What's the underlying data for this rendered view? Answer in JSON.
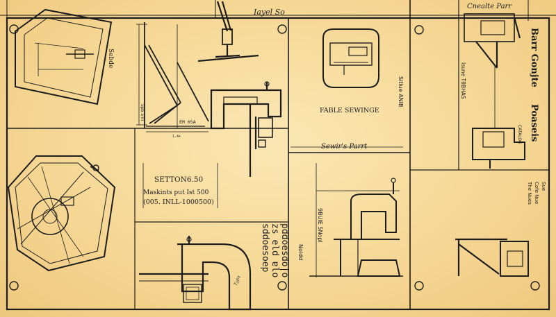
{
  "sheet": {
    "header_label": "Iayel So",
    "corner_title": "Cnealte Parr",
    "right_heading_1": "Barr Gonjte",
    "right_heading_2": "Poaseis",
    "right_small_labels": [
      "CATALOG",
      "The Nues",
      "Cofe Nue",
      "Sue"
    ],
    "side_text_upper": "Sitlue ANIB",
    "side_text_upper_2": "Isune T8BHAS",
    "side_text_lower": "9BUIE 5Nopl",
    "side_text_left": "Spb 5'nl",
    "sample_name": "Sebde",
    "center_block": {
      "line1": "SETTON6.50",
      "line2": "Maskints put Ist 500",
      "line3": "(005. INLL-1000500)"
    },
    "fable_label": "FABLE SEWINGE",
    "sewing_part_label": "Sewir's Parrt",
    "notes_label": "Noldd",
    "dim_label": "EM 05A",
    "small_dim": "1.4+",
    "vertical_code": [
      "sddoesoep",
      "zs eld ɐlo",
      "pddoesdo|o"
    ],
    "machine_tag": "Tyfrt"
  }
}
